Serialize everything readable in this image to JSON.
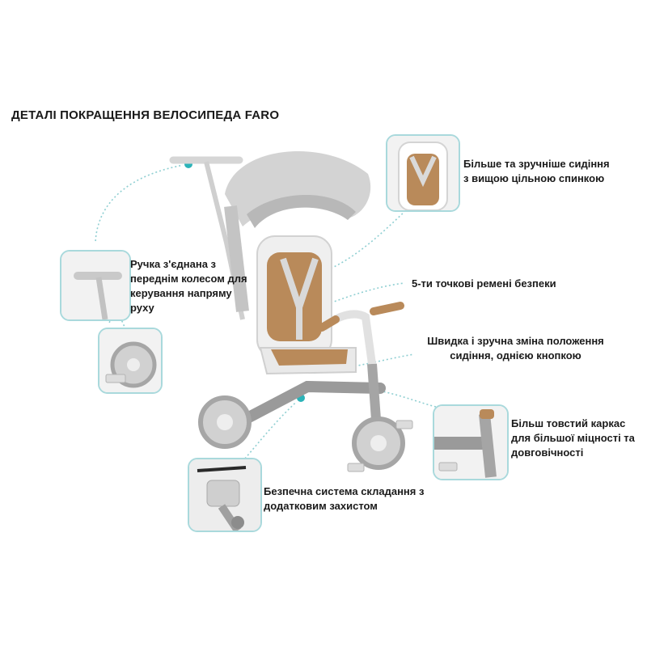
{
  "title": "ДЕТАЛІ ПОКРАЩЕННЯ ВЕЛОСИПЕДА FARO",
  "colors": {
    "accent": "#2bb3b8",
    "frame": "#9a9a9a",
    "canopy": "#c9c9c9",
    "seat": "#b98a5a",
    "wheel": "#8c8c8c"
  },
  "callouts": {
    "seat": "Більше та зручніше сидіння з вищою цільною спинкою",
    "handle": "Ручка з'єднана з переднім колесом для керування напряму руху",
    "belts": "5-ти точкові ремені безпеки",
    "seat_switch": "Швидка і зручна зміна положення сидіння, однією кнопкою",
    "frame": "Більш товстий каркас для більшої міцності та довговічності",
    "folding": "Безпечна система складання з додатковим захистом"
  },
  "icons": {
    "hotspot": "teal-dot-icon",
    "product": "tricycle-image"
  }
}
